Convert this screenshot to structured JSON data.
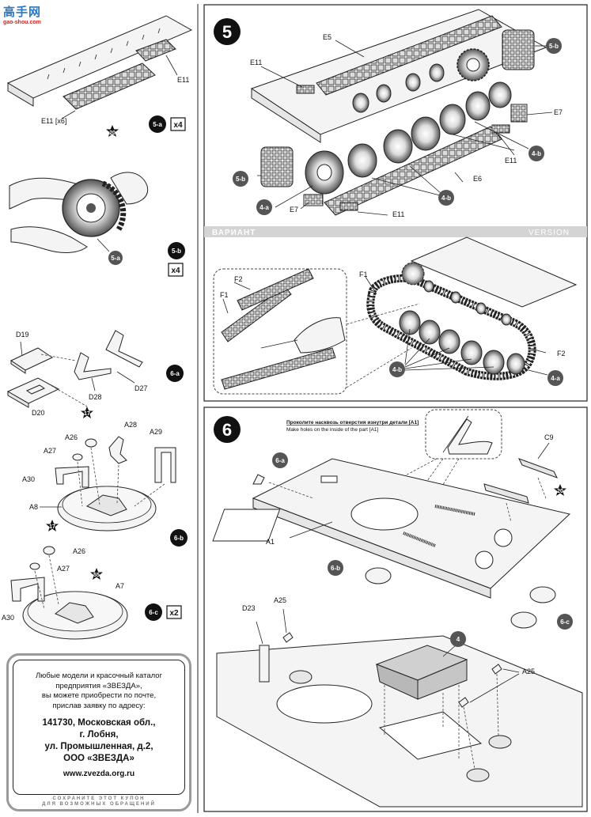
{
  "watermark": {
    "title": "高手网",
    "site": "gao-shou.com"
  },
  "left": {
    "track_piece": "E11",
    "track_multi": "E11 [x6]",
    "paint_20": "20",
    "step_5a": "5-a",
    "x4_a": "x4",
    "step_5b": "5-b",
    "x4_b": "x4",
    "ref_5a": "5-a",
    "step_6a": "6-a",
    "d19": "D19",
    "d20": "D20",
    "d27": "D27",
    "d28": "D28",
    "paint_17a": "17",
    "a26": "A26",
    "a27": "A27",
    "a28": "A28",
    "a29": "A29",
    "a30": "A30",
    "a8": "A8",
    "paint_17b": "17",
    "step_6b": "6-b",
    "a26b": "A26",
    "a27b": "A27",
    "paint_55": "55",
    "a7": "A7",
    "a30b": "A30",
    "step_6c": "6-c",
    "x2": "x2"
  },
  "coupon": {
    "intro": [
      "Любые модели и красочный каталог",
      "предприятия «ЗВЕЗДА»,",
      "вы можете приобрести по почте,",
      "прислав заявку по адресу:"
    ],
    "address": [
      "141730, Московская обл.,",
      "г. Лобня,",
      "ул. Промышленная, д.2,",
      "ООО «ЗВЕЗДА»"
    ],
    "url": "www.zvezda.org.ru",
    "footer": [
      "СОХРАНИТЕ ЭТОТ КУПОН",
      "ДЛЯ ВОЗМОЖНЫХ ОБРАЩЕНИЙ"
    ]
  },
  "step5": {
    "number": "5",
    "e5": "E5",
    "e11a": "E11",
    "ref_5b_top": "5-b",
    "e7a": "E7",
    "ref_4b_a": "4-b",
    "e11b": "E11",
    "e6": "E6",
    "ref_4b_b": "4-b",
    "ref_5b_left": "5-b",
    "ref_4a": "4-a",
    "e7b": "E7",
    "e11c": "E11",
    "variant_ru": "ВАРИАНТ",
    "variant_en": "VERSION",
    "f2a": "F2",
    "f1a": "F1",
    "f1b": "F1",
    "f2b": "F2",
    "ref_4b_c": "4-b",
    "ref_4a_b": "4-a"
  },
  "step6": {
    "number": "6",
    "note_ru": "Проколите насквозь отверстия изнутри детали [A1]",
    "note_en": "Make holes on the inside of the part [A1]",
    "ref_6a": "6-a",
    "c9": "C9",
    "paint_20": "20",
    "a1": "A1",
    "ref_6b": "6-b",
    "ref_6c": "6-c",
    "d23": "D23",
    "a25a": "A25",
    "sub4": "4",
    "a25b": "A25"
  }
}
